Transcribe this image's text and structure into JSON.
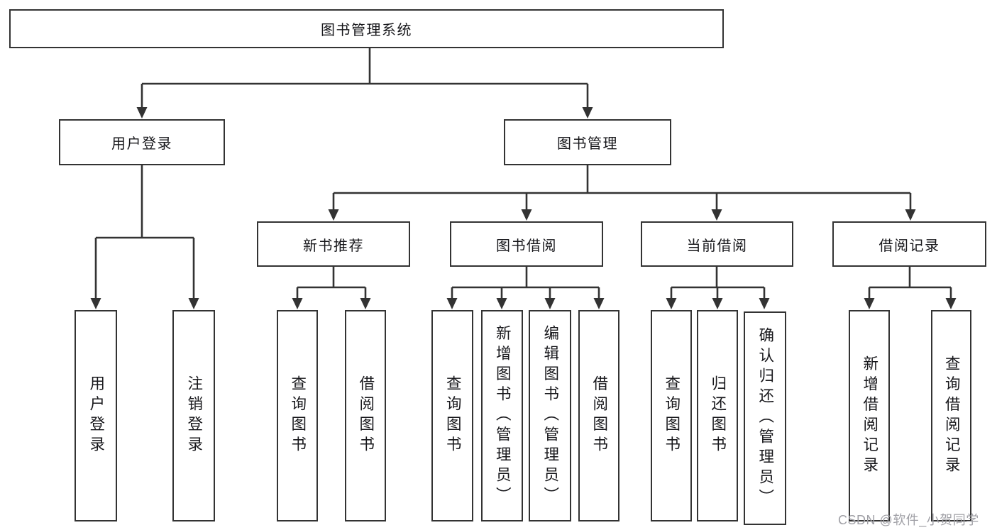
{
  "diagram": {
    "root": {
      "label": "图书管理系统"
    },
    "branches": [
      {
        "label": "用户登录",
        "children": [
          "用户登录",
          "注销登录"
        ]
      },
      {
        "label": "图书管理",
        "groups": [
          {
            "label": "新书推荐",
            "children": [
              "查询图书",
              "借阅图书"
            ]
          },
          {
            "label": "图书借阅",
            "children": [
              "查询图书",
              "新增图书（管理员）",
              "编辑图书（管理员）",
              "借阅图书"
            ]
          },
          {
            "label": "当前借阅",
            "children": [
              "查询图书",
              "归还图书",
              "确认归还（管理员）"
            ]
          },
          {
            "label": "借阅记录",
            "children": [
              "新增借阅记录",
              "查询借阅记录"
            ]
          }
        ]
      }
    ]
  },
  "watermark": {
    "text": "CSDN @软件_小贺同学"
  },
  "colors": {
    "line": "#333333",
    "box_border": "#333333",
    "box_fill": "#ffffff",
    "text": "#17171b",
    "watermark": "#a0a0a6",
    "background": "#ffffff"
  }
}
